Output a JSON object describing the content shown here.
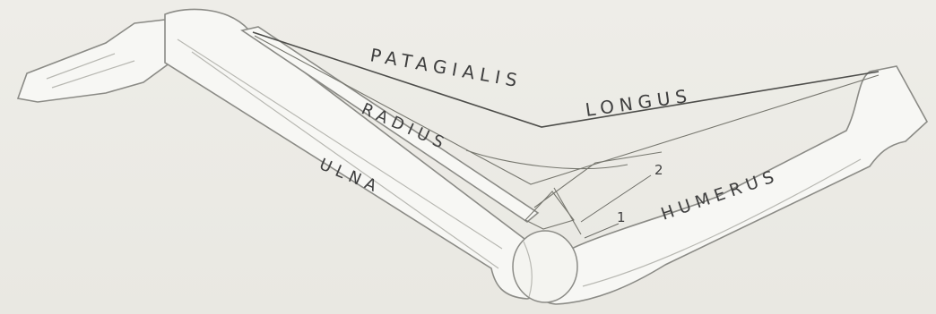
{
  "labels": {
    "patagialis": "PATAGIALIS",
    "longus": "LONGUS",
    "radius": "RADIUS",
    "ulna": "ULNA",
    "humerus": "HUMERUS",
    "marker_1": "1",
    "marker_2": "2"
  }
}
